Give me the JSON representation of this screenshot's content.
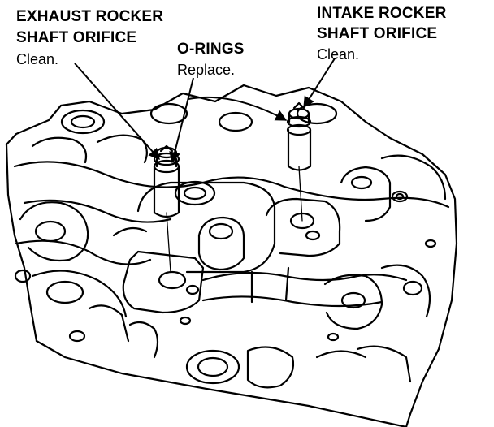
{
  "labels": {
    "exhaust": {
      "line1": "EXHAUST ROCKER",
      "line2": "SHAFT ORIFICE",
      "note": "Clean."
    },
    "orings": {
      "line1": "O-RINGS",
      "note": "Replace."
    },
    "intake": {
      "line1": "INTAKE ROCKER",
      "line2": "SHAFT ORIFICE",
      "note": "Clean."
    }
  },
  "colors": {
    "ink": "#000000",
    "paper": "#ffffff"
  }
}
